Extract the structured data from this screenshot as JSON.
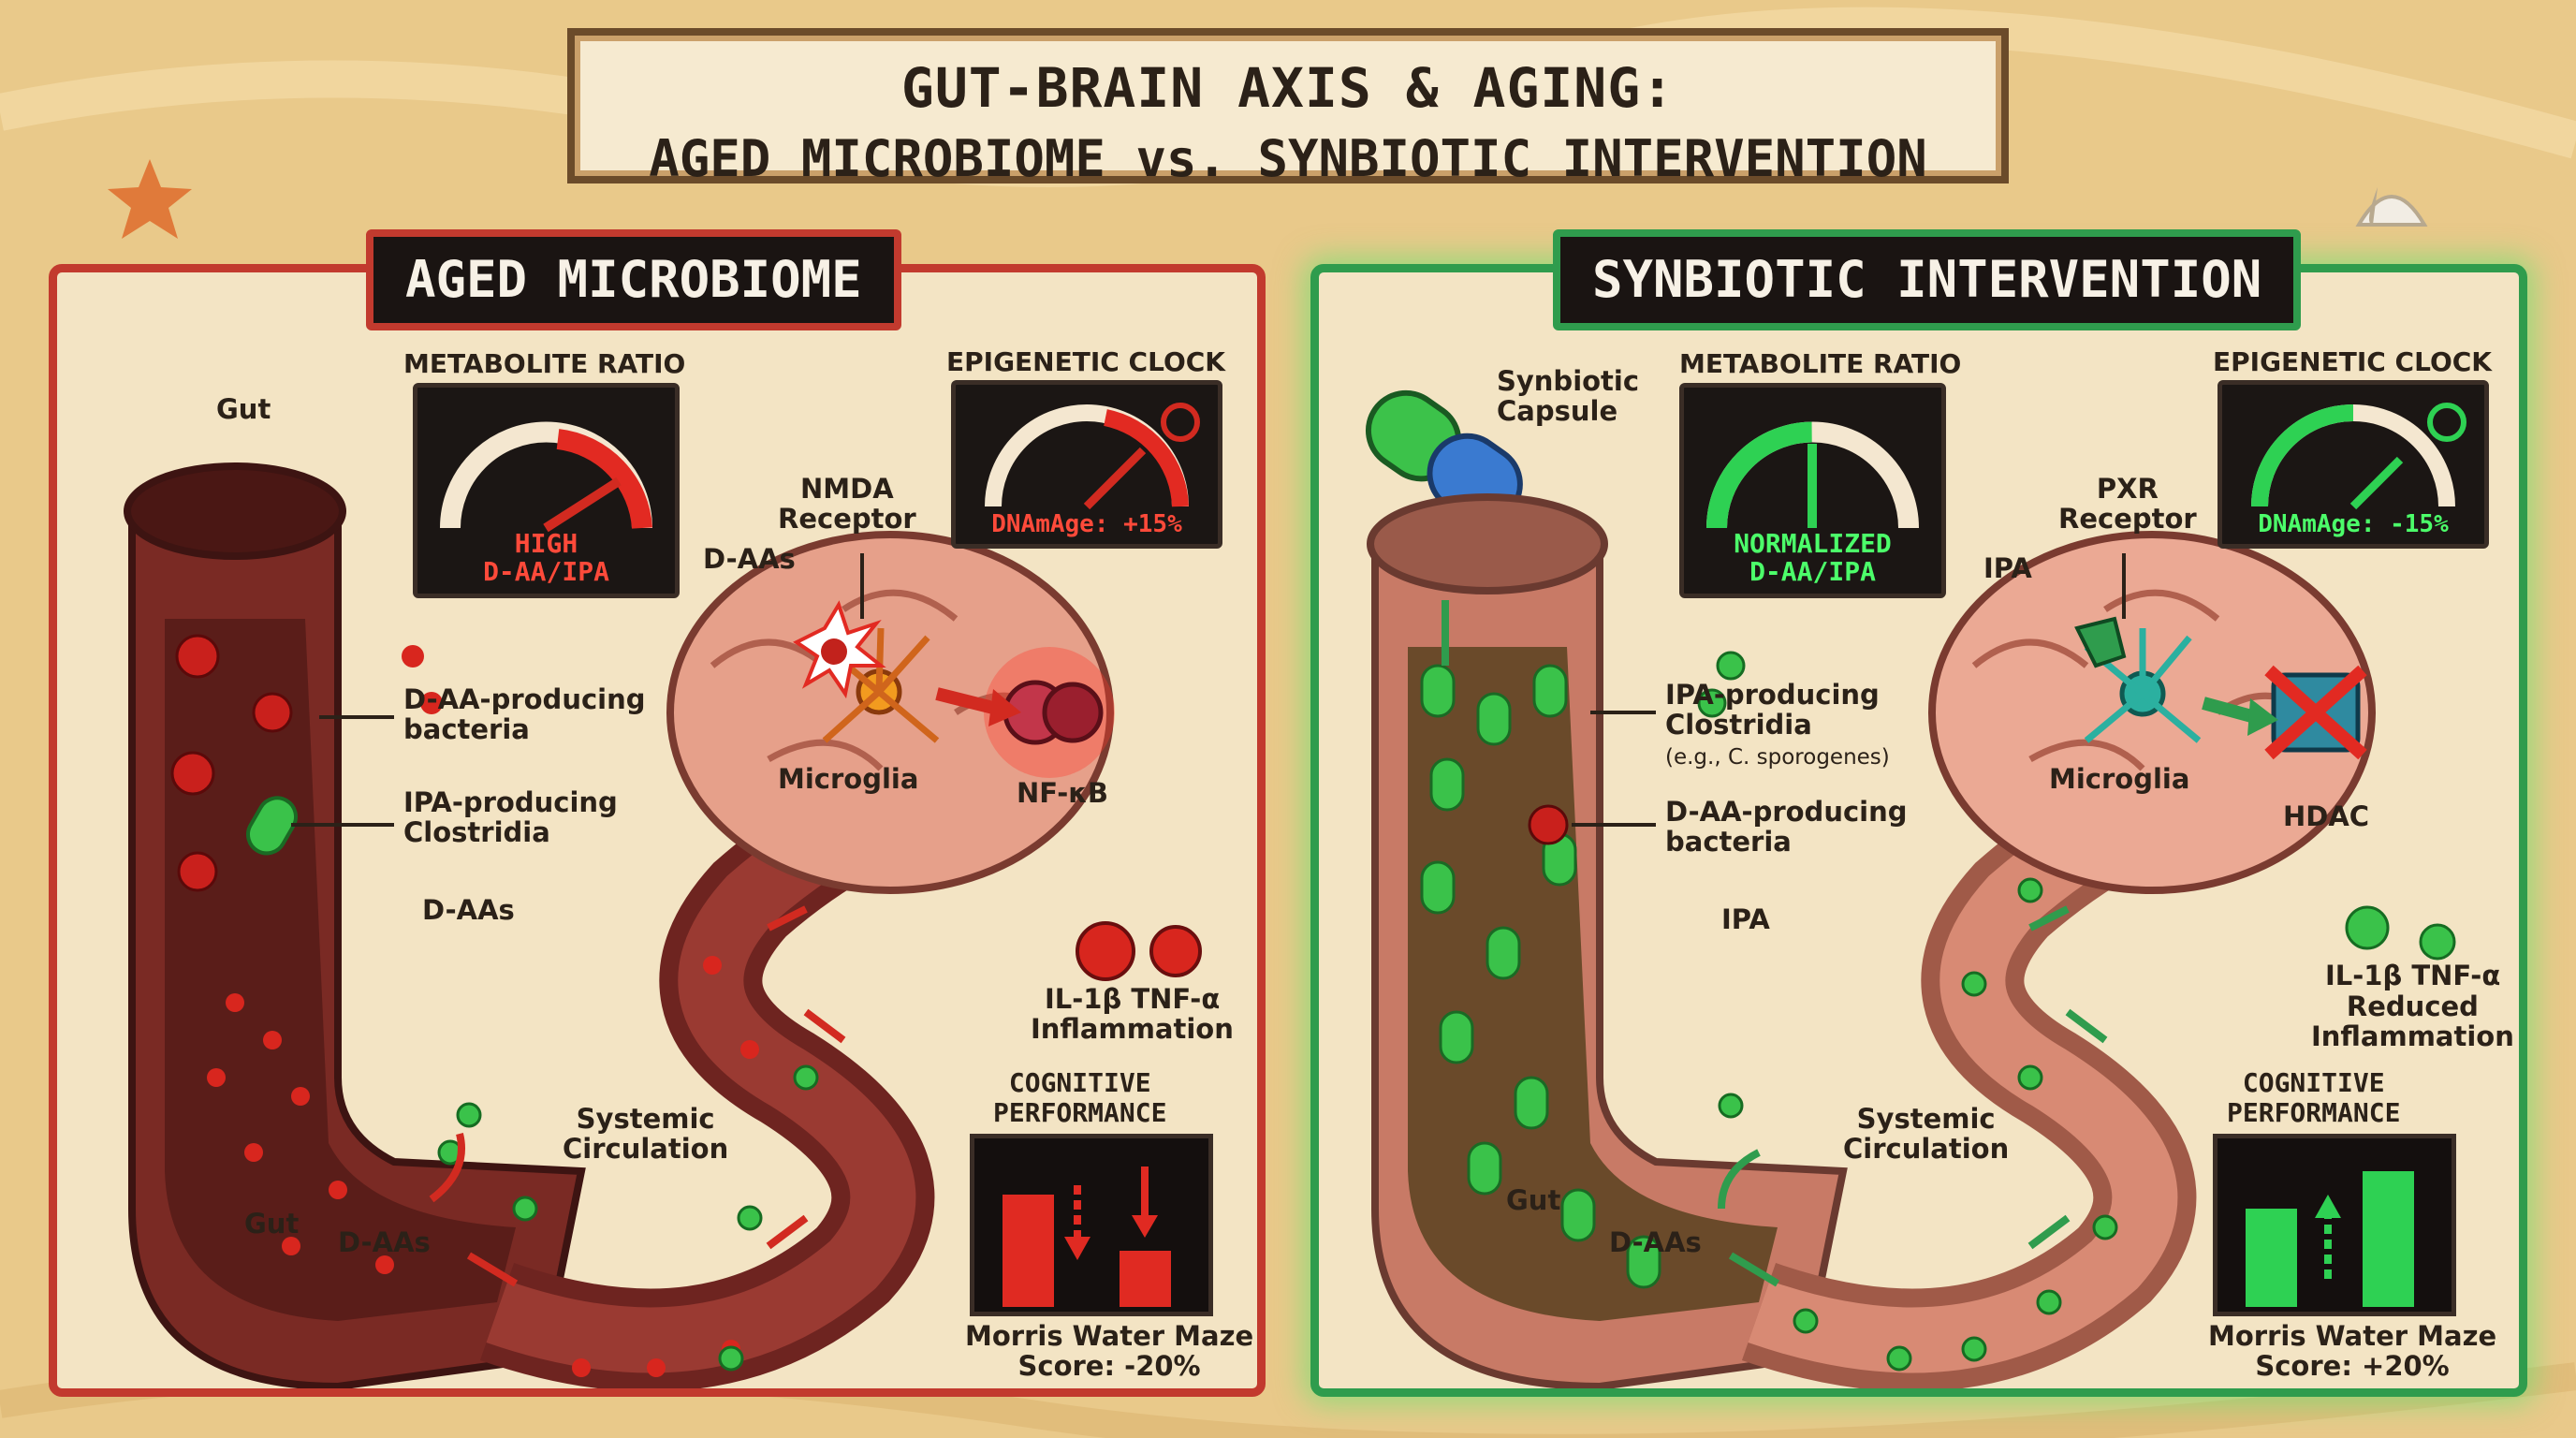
{
  "title": {
    "line1": "GUT-BRAIN AXIS & AGING:",
    "line2": "AGED MICROBIOME vs. SYNBIOTIC INTERVENTION"
  },
  "aged": {
    "title": "AGED MICROBIOME",
    "gut_top": "Gut",
    "gut_bottom": "Gut",
    "metabolite_title": "METABOLITE RATIO",
    "metabolite_value_1": "HIGH",
    "metabolite_value_2": "D-AA/IPA",
    "clock_title": "EPIGENETIC CLOCK",
    "clock_value": "DNAmAge: +15%",
    "receptor": "NMDA\nReceptor",
    "daas_brain": "D-AAs",
    "daa_bacteria": "D-AA-producing\nbacteria",
    "ipa_clostridia": "IPA-producing\nClostridia",
    "daas_mid": "D-AAs",
    "microglia": "Microglia",
    "nfkb": "NF-κB",
    "cytokines": "IL-1β  TNF-α",
    "inflammation": "Inflammation",
    "circulation": "Systemic\nCirculation",
    "daas_bottom": "D-AAs",
    "cog_title": "COGNITIVE\nPERFORMANCE",
    "cog_score": "Morris Water Maze\nScore: -20%",
    "colors": {
      "accent": "#c23a2e",
      "bar": "#e02a22"
    }
  },
  "syn": {
    "title": "SYNBIOTIC INTERVENTION",
    "capsule": "Synbiotic\nCapsule",
    "metabolite_title": "METABOLITE RATIO",
    "metabolite_value_1": "NORMALIZED",
    "metabolite_value_2": "D-AA/IPA",
    "clock_title": "EPIGENETIC CLOCK",
    "clock_value": "DNAmAge: -15%",
    "receptor": "PXR\nReceptor",
    "ipa_brain": "IPA",
    "ipa_clostridia": "IPA-producing\nClostridia",
    "example": "(e.g., C. sporogenes)",
    "daa_bacteria": "D-AA-producing\nbacteria",
    "ipa_mid": "IPA",
    "microglia": "Microglia",
    "hdac": "HDAC",
    "cytokines": "IL-1β  TNF-α",
    "inflammation": "Reduced\nInflammation",
    "circulation": "Systemic\nCirculation",
    "gut": "Gut",
    "daas_bottom": "D-AAs",
    "cog_title": "COGNITIVE\nPERFORMANCE",
    "cog_score": "Morris Water Maze\nScore: +20%",
    "colors": {
      "accent": "#2f9c4d",
      "bar": "#2ed153"
    }
  }
}
